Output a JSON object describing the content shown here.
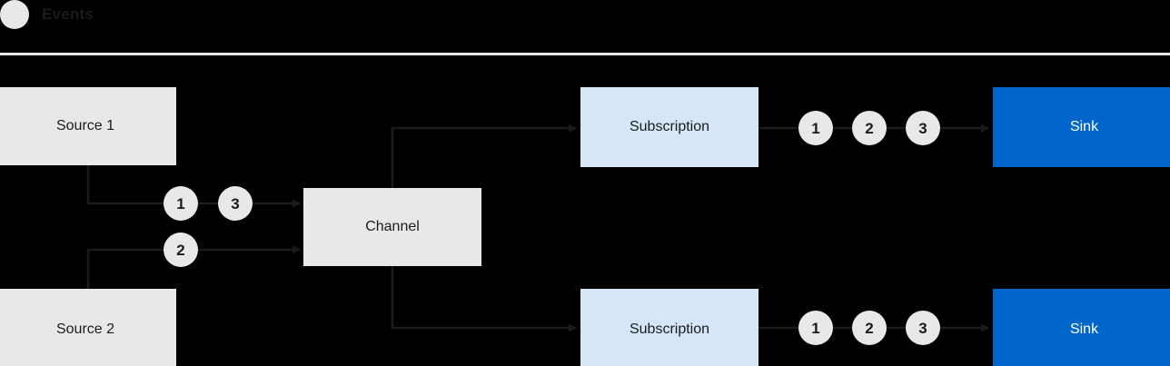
{
  "legend": {
    "marker_icon": "event-dot-icon",
    "label": "Events"
  },
  "colors": {
    "background": "#000000",
    "grey_node": "#e8e8e8",
    "light_blue_node": "#d4e6f7",
    "blue_node": "#0066cc",
    "wire": "#1b1b1b",
    "text_dark": "#1b1b1b",
    "text_light": "#ffffff",
    "divider": "#e8e8e8"
  },
  "nodes": {
    "source_1": "Source 1",
    "source_2": "Source 2",
    "channel": "Channel",
    "subscription_top": "Subscription",
    "subscription_bottom": "Subscription",
    "sink_top": "Sink",
    "sink_bottom": "Sink"
  },
  "events": {
    "ingress_top": [
      "1",
      "3"
    ],
    "ingress_bottom": [
      "2"
    ],
    "egress_top": [
      "1",
      "2",
      "3"
    ],
    "egress_bottom": [
      "1",
      "2",
      "3"
    ]
  }
}
